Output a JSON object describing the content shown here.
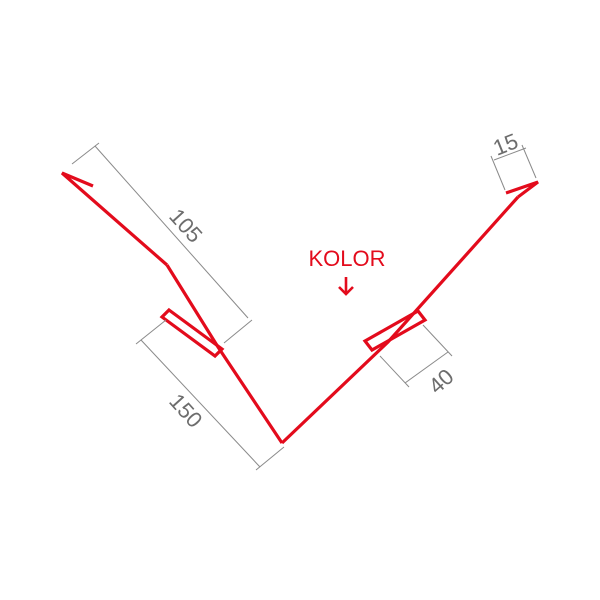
{
  "diagram": {
    "color_label": "KOLOR",
    "dimensions": {
      "left_arm": "105",
      "left_bottom": "150",
      "right_hem": "15",
      "right_fold": "40"
    },
    "colors": {
      "profile": "#e30b1c",
      "dimension_lines": "#8a8a8a",
      "dimension_text": "#6d6d6d",
      "background": "#ffffff"
    }
  }
}
